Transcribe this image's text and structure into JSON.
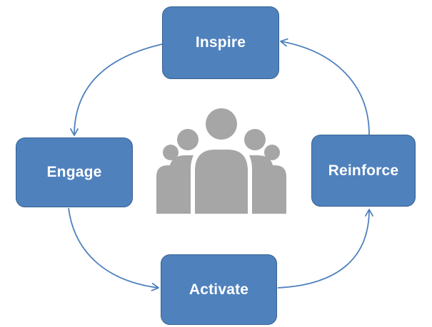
{
  "colors": {
    "node_fill": "#4f81bd",
    "node_border": "#35618f",
    "arrow": "#4f81bd",
    "icon": "#a6a6a6",
    "node_text": "#ffffff"
  },
  "diagram": {
    "nodes": {
      "inspire": {
        "label": "Inspire"
      },
      "engage": {
        "label": "Engage"
      },
      "activate": {
        "label": "Activate"
      },
      "reinforce": {
        "label": "Reinforce"
      }
    },
    "edges": [
      {
        "from": "inspire",
        "to": "engage"
      },
      {
        "from": "engage",
        "to": "activate"
      },
      {
        "from": "activate",
        "to": "reinforce"
      },
      {
        "from": "reinforce",
        "to": "inspire"
      }
    ],
    "center_icon": "group-of-people-icon"
  }
}
